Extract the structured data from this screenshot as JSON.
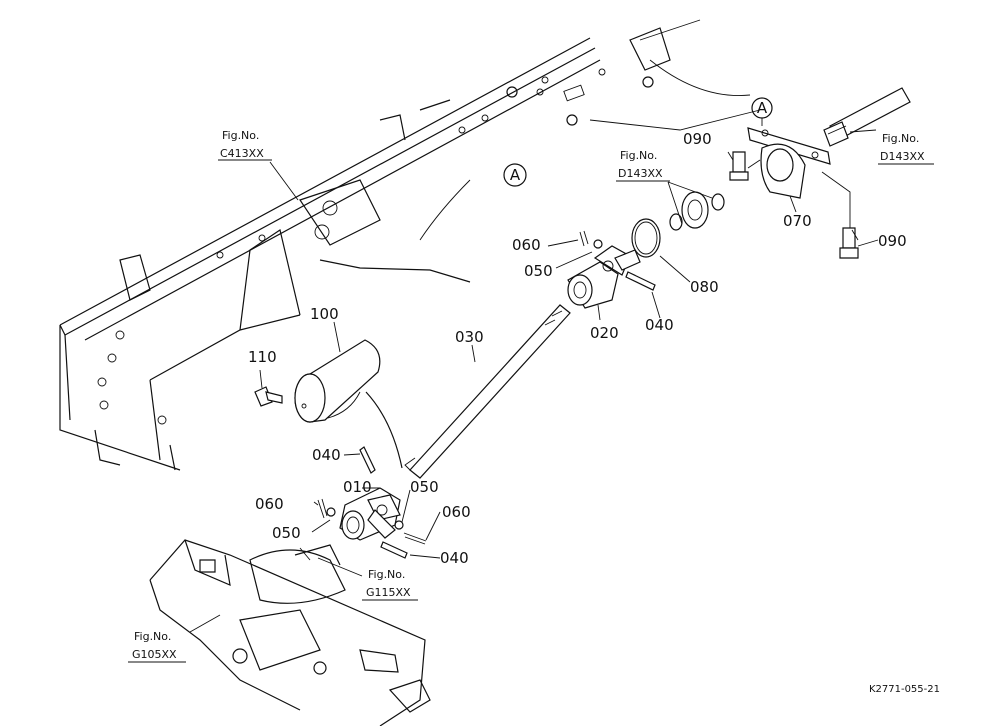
{
  "drawing_code": "K2771-055-21",
  "view_marker": "A",
  "parts": {
    "p010": "010",
    "p020": "020",
    "p030": "030",
    "p040a": "040",
    "p040b": "040",
    "p040c": "040",
    "p050a": "050",
    "p050b": "050",
    "p050c": "050",
    "p060a": "060",
    "p060b": "060",
    "p060c": "060",
    "p070": "070",
    "p080": "080",
    "p090a": "090",
    "p090b": "090",
    "p100": "100",
    "p110": "110"
  },
  "references": {
    "fig_label": "Fig.No.",
    "c413": "C413XX",
    "d143a": "D143XX",
    "d143b": "D143XX",
    "g115": "G115XX",
    "g105": "G105XX"
  }
}
